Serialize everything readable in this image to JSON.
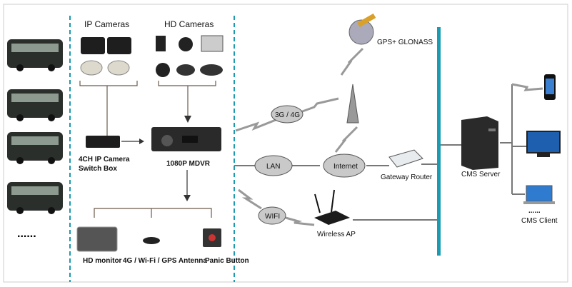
{
  "labels": {
    "ip_cameras": "IP Cameras",
    "hd_cameras": "HD Cameras",
    "switch_box_line1": "4CH IP Camera",
    "switch_box_line2": "Switch Box",
    "mdvr": "1080P MDVR",
    "gps": "GPS+ GLONASS",
    "cellular": "3G / 4G",
    "lan": "LAN",
    "internet": "Internet",
    "gateway_router": "Gateway Router",
    "wifi": "WIFI",
    "wireless_ap": "Wireless AP",
    "cms_server": "CMS Server",
    "cms_client_dots": "......",
    "cms_client": "CMS Client",
    "hd_monitor": "HD monitor",
    "antenna": "4G / Wi-Fi / GPS Antenna",
    "panic_button": "Panic Button",
    "more_buses": "......"
  },
  "colors": {
    "accent_teal": "#1a9bb0",
    "line_gray": "#777777",
    "cloud_gray": "#c9c9c9"
  }
}
